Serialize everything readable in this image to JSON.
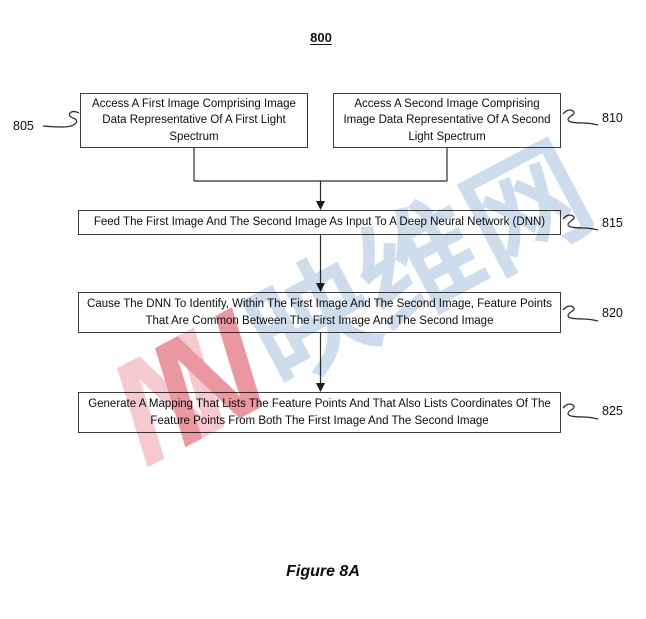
{
  "figure": {
    "number_label": "800",
    "caption": "Figure 8A"
  },
  "flowchart": {
    "boxes": [
      {
        "ref": "805",
        "text": "Access A First Image Comprising Image Data Representative Of A First Light Spectrum"
      },
      {
        "ref": "810",
        "text": "Access A Second Image Comprising Image Data Representative Of A Second Light Spectrum"
      },
      {
        "ref": "815",
        "text": "Feed The First Image And The Second Image As Input To A Deep Neural Network (DNN)"
      },
      {
        "ref": "820",
        "text": "Cause The DNN To Identify, Within The First Image And The Second Image, Feature Points That Are Common Between The First Image And The Second Image"
      },
      {
        "ref": "825",
        "text": "Generate A Mapping That Lists The Feature Points And That Also Lists Coordinates Of The Feature Points From Both The First Image And The Second Image"
      }
    ]
  },
  "watermark": {
    "logo_text": "N",
    "cn_text": "映维网",
    "colors": {
      "logo_back": "#f5c9ce",
      "logo_front": "#ea97a0",
      "cn_blue": "#cdddee"
    }
  }
}
